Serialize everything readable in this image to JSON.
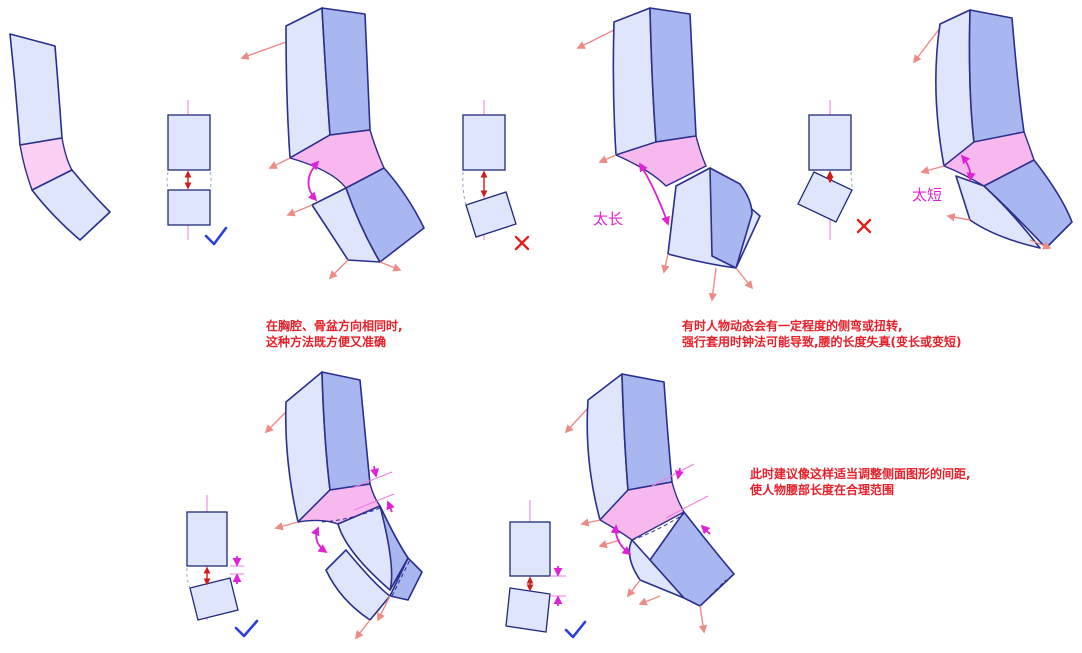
{
  "labels": {
    "too_long": "太长",
    "too_short": "太短"
  },
  "notes": {
    "top_left": [
      "在胸腔、骨盆方向相同时,",
      "这种方法既方便又准确"
    ],
    "top_right": [
      "有时人物动态会有一定程度的侧弯或扭转,",
      "强行套用时钟法可能导致,腰的长度失真(变长或变短)"
    ],
    "bottom_right": [
      "此时建议像这样适当调整侧面图形的间距,",
      "使人物腰部长度在合理范围"
    ]
  },
  "colors": {
    "note_red": "#e8202a",
    "magenta": "#e022d6",
    "body_light": "#dfe6fb",
    "body_dark": "#a9b7f0",
    "waist_pink": "#f7b8ee",
    "outline": "#2a2f8c",
    "check_blue": "#2b3fd8",
    "cross_red": "#e0221c"
  },
  "marks": {
    "check": "check-mark-icon",
    "cross": "cross-mark-icon"
  }
}
